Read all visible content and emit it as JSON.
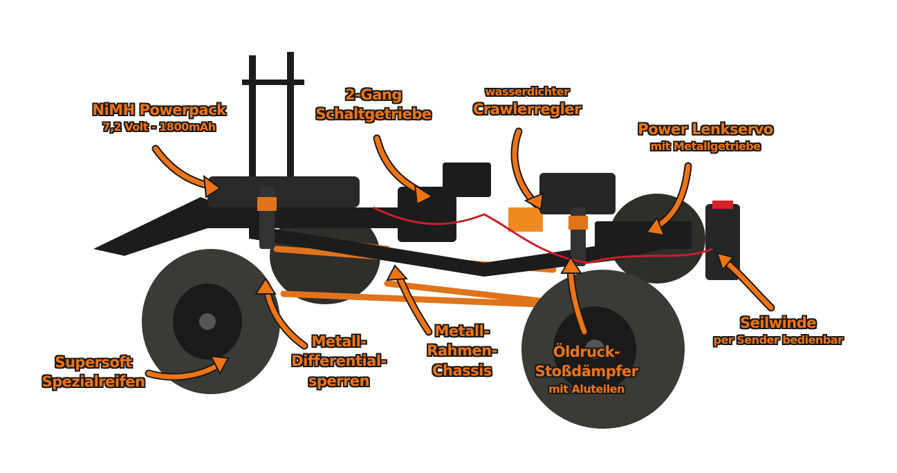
{
  "colors": {
    "label_fill": "#f07414",
    "label_outline": "#1a1a1a",
    "anodized_orange": "#e0741c",
    "chassis": "#1c1c1c",
    "tire": "#3a3a36"
  },
  "labels": {
    "battery": {
      "line1": "NiMH Powerpack",
      "line2": "7,2 Volt - 1800mAh"
    },
    "gearbox": {
      "line1": "2-Gang",
      "line2": "Schaltgetriebe"
    },
    "esc": {
      "line1": "wasserdichter",
      "line2": "Crawlerregler"
    },
    "servo": {
      "line1": "Power Lenkservo",
      "line2": "mit Metallgetriebe"
    },
    "winch": {
      "line1": "Seilwinde",
      "line2": "per Sender bedienbar"
    },
    "shocks": {
      "line1": "Öldruck-",
      "line2": "Stoßdämpfer",
      "line3": "mit Aluteilen"
    },
    "chassis": {
      "line1": "Metall-",
      "line2": "Rahmen-",
      "line3": "Chassis"
    },
    "diff": {
      "line1": "Metall-",
      "line2": "Differential-",
      "line3": "sperren"
    },
    "tires": {
      "line1": "Supersoft",
      "line2": "Spezialreifen"
    }
  }
}
